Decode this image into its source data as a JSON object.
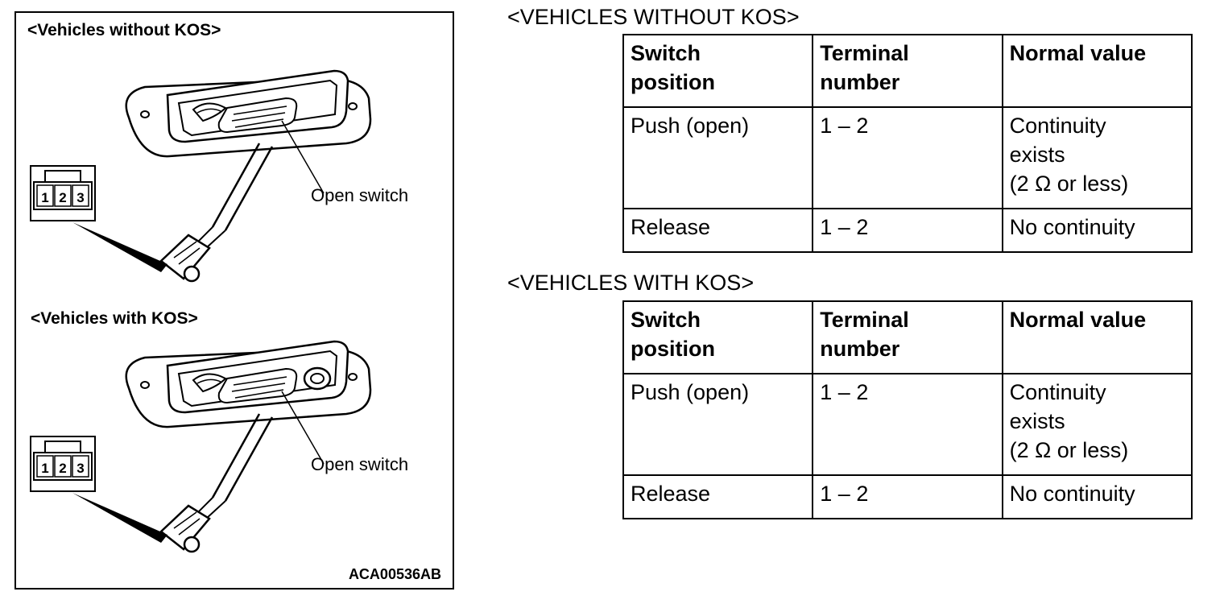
{
  "figure": {
    "top_heading": "<Vehicles without KOS>",
    "bottom_heading": "<Vehicles with KOS>",
    "top_callout": "Open switch",
    "bottom_callout": "Open switch",
    "connector_pins": [
      "1",
      "2",
      "3"
    ],
    "code": "ACA00536AB"
  },
  "sections": [
    {
      "title": "<VEHICLES WITHOUT KOS>",
      "headers": [
        "Switch\nposition",
        "Terminal\nnumber",
        "Normal value"
      ],
      "rows": [
        [
          "Push (open)",
          "1 – 2",
          "Continuity\nexists\n(2 Ω or less)"
        ],
        [
          "Release",
          "1 – 2",
          "No continuity"
        ]
      ]
    },
    {
      "title": "<VEHICLES WITH KOS>",
      "headers": [
        "Switch\nposition",
        "Terminal\nnumber",
        "Normal value"
      ],
      "rows": [
        [
          "Push (open)",
          "1 – 2",
          "Continuity\nexists\n(2 Ω or less)"
        ],
        [
          "Release",
          "1 – 2",
          "No continuity"
        ]
      ]
    }
  ]
}
